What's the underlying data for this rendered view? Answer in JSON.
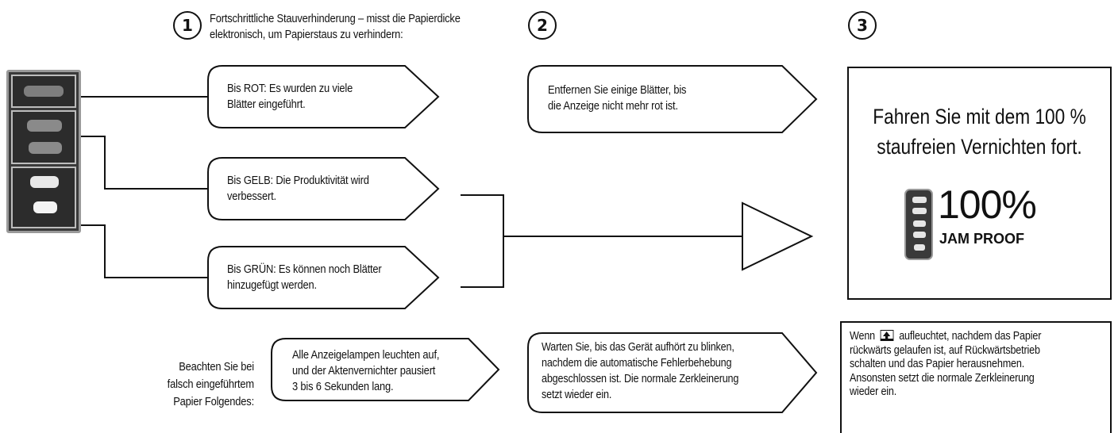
{
  "steps": {
    "one": "1",
    "two": "2",
    "three": "3"
  },
  "step1": {
    "intro_line1": "Fortschrittliche Stauverhinderung – misst die Papierdicke",
    "intro_line2": "elektronisch, um Papierstaus zu verhindern:",
    "red_line1": "Bis ROT: Es wurden zu viele",
    "red_line2": "Blätter eingeführt.",
    "yellow_line1": "Bis GELB: Die Produktivität wird",
    "yellow_line2": "verbessert.",
    "green_line1": "Bis GRÜN: Es können noch Blätter",
    "green_line2": "hinzugefügt werden."
  },
  "step2": {
    "remove_line1": "Entfernen Sie einige Blätter, bis",
    "remove_line2": "die Anzeige nicht mehr rot ist."
  },
  "step3": {
    "continue_line1": "Fahren Sie mit dem 100 %",
    "continue_line2": "staufreien Vernichten fort.",
    "jam_number": "100%",
    "jam_label": "JAM PROOF"
  },
  "misfeed": {
    "note_line1": "Beachten Sie bei",
    "note_line2": "falsch eingeführtem",
    "note_line3": "Papier Folgendes:",
    "lamps_line1": "Alle Anzeigelampen leuchten auf,",
    "lamps_line2": "und der Aktenvernichter pausiert",
    "lamps_line3": "3 bis 6 Sekunden lang.",
    "wait_line1": "Warten Sie, bis das Gerät aufhört zu blinken,",
    "wait_line2": "nachdem die automatische Fehlerbehebung",
    "wait_line3": "abgeschlossen ist. Die normale Zerkleinerung",
    "wait_line4": "setzt wieder ein.",
    "reverse_line1_before": "Wenn",
    "reverse_line1_after": "aufleuchtet, nachdem das Papier",
    "reverse_line2": "rückwärts gelaufen ist, auf Rückwärtsbetrieb",
    "reverse_line3": "schalten und das Papier herausnehmen.",
    "reverse_line4": "Ansonsten setzt die normale Zerkleinerung",
    "reverse_line5": "wieder ein."
  }
}
